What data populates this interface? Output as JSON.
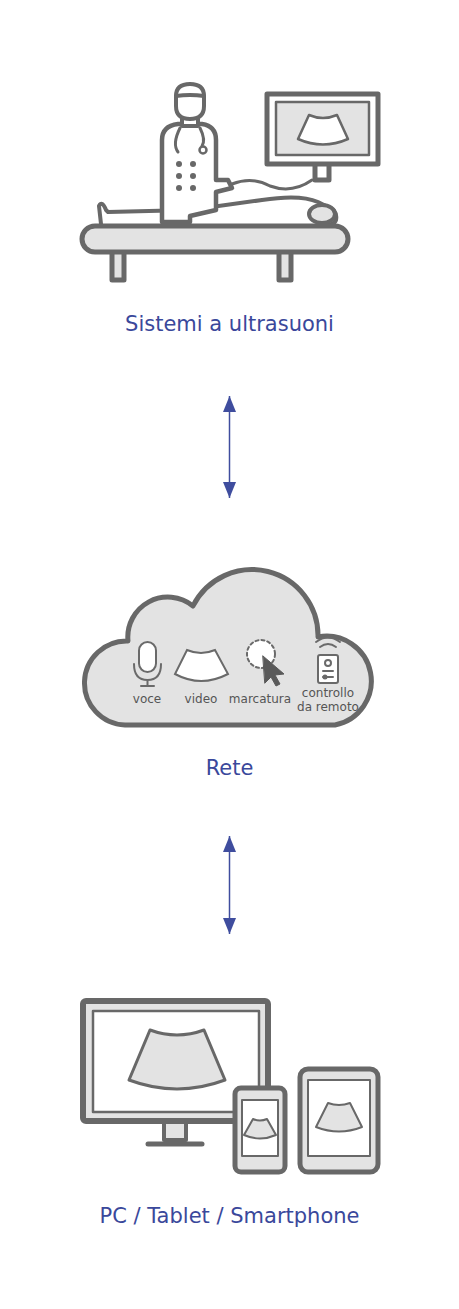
{
  "diagram": {
    "nodes": [
      {
        "text": [
          "Sistemi a ultrasuoni"
        ]
      },
      {
        "text": [
          "voce",
          "video",
          "marcatura",
          "controllo da remoto",
          "Rete"
        ]
      },
      {
        "text": [
          "PC / Tablet / Smartphone"
        ]
      }
    ],
    "edges": [
      {
        "from": 0,
        "to": 1,
        "arrow": "both"
      },
      {
        "from": 1,
        "to": 2,
        "arrow": "both"
      }
    ]
  }
}
